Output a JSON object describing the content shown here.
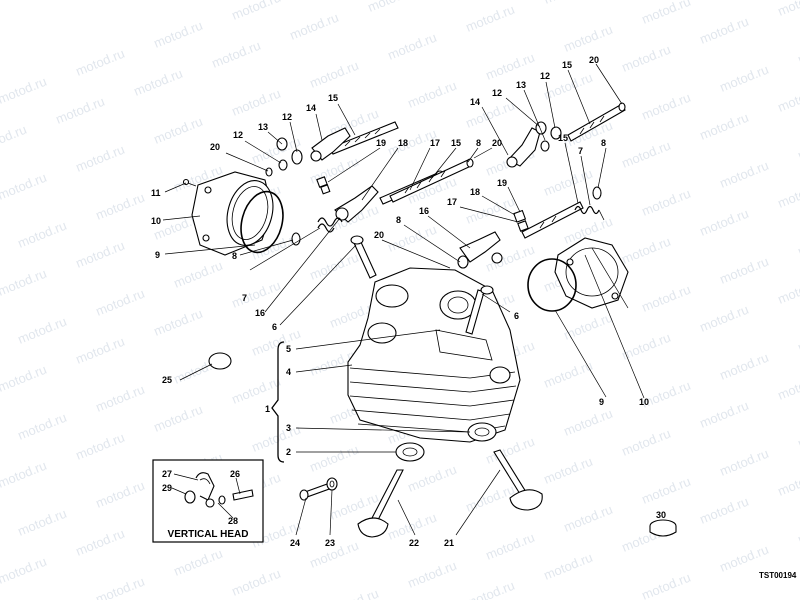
{
  "watermark": "motod.ru",
  "inset": {
    "title": "VERTICAL HEAD"
  },
  "drawing_code": "TST00194",
  "labels": {
    "l1": "1",
    "l2": "2",
    "l3": "3",
    "l4": "4",
    "l5": "5",
    "l6a": "6",
    "l6b": "6",
    "l7a": "7",
    "l7b": "7",
    "l8a": "8",
    "l8b": "8",
    "l8c": "8",
    "l8d": "8",
    "l9a": "9",
    "l9b": "9",
    "l10a": "10",
    "l10b": "10",
    "l11": "11",
    "l12a": "12",
    "l12b": "12",
    "l12c": "12",
    "l12d": "12",
    "l13a": "13",
    "l13b": "13",
    "l14a": "14",
    "l14b": "14",
    "l15a": "15",
    "l15b": "15",
    "l15c": "15",
    "l15d": "15",
    "l16a": "16",
    "l16b": "16",
    "l17a": "17",
    "l17b": "17",
    "l18a": "18",
    "l18b": "18",
    "l19a": "19",
    "l19b": "19",
    "l20a": "20",
    "l20b": "20",
    "l20c": "20",
    "l20d": "20",
    "l21": "21",
    "l22": "22",
    "l23": "23",
    "l24": "24",
    "l25": "25",
    "l26": "26",
    "l27": "27",
    "l28": "28",
    "l29": "29",
    "l30": "30"
  }
}
